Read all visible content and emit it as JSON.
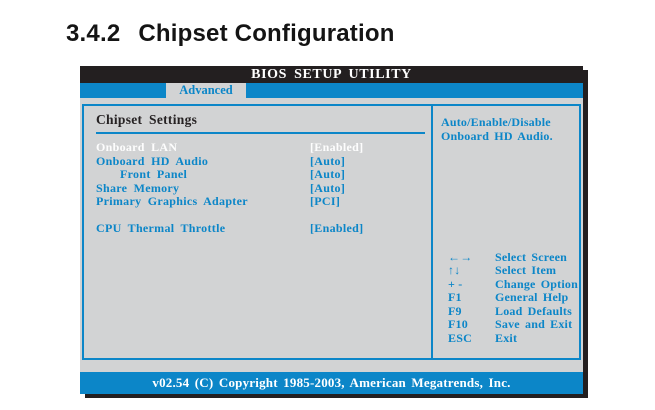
{
  "heading": {
    "number": "3.4.2",
    "title": "Chipset Configuration"
  },
  "bios": {
    "title": "BIOS SETUP UTILITY",
    "tab": "Advanced",
    "section_title": "Chipset Settings",
    "settings": [
      {
        "label": "Onboard LAN",
        "value": "[Enabled]",
        "highlighted": true,
        "indent": false
      },
      {
        "label": "Onboard HD Audio",
        "value": "[Auto]",
        "highlighted": false,
        "indent": false
      },
      {
        "label": "Front Panel",
        "value": "[Auto]",
        "highlighted": false,
        "indent": true
      },
      {
        "label": "Share Memory",
        "value": "[Auto]",
        "highlighted": false,
        "indent": false
      },
      {
        "label": "Primary Graphics Adapter",
        "value": "[PCI]",
        "highlighted": false,
        "indent": false
      },
      {
        "label": "",
        "value": "",
        "highlighted": false,
        "indent": false
      },
      {
        "label": "CPU Thermal Throttle",
        "value": "[Enabled]",
        "highlighted": false,
        "indent": false
      }
    ],
    "help_text": {
      "line1": "Auto/Enable/Disable",
      "line2": "Onboard HD Audio."
    },
    "keys": [
      {
        "key": "←→",
        "action": "Select Screen"
      },
      {
        "key": "↑↓",
        "action": "Select Item"
      },
      {
        "key": "+ -",
        "action": "Change Option"
      },
      {
        "key": "F1",
        "action": "General Help"
      },
      {
        "key": "F9",
        "action": "Load Defaults"
      },
      {
        "key": "F10",
        "action": "Save and Exit"
      },
      {
        "key": "ESC",
        "action": "Exit"
      }
    ],
    "copyright": "v02.54 (C) Copyright 1985-2003, American Megatrends, Inc."
  },
  "colors": {
    "accent_blue": "#0c86c8",
    "body_gray": "#d2d3d4",
    "titlebar_black": "#231f20",
    "highlight_text": "#fdfdfd"
  }
}
